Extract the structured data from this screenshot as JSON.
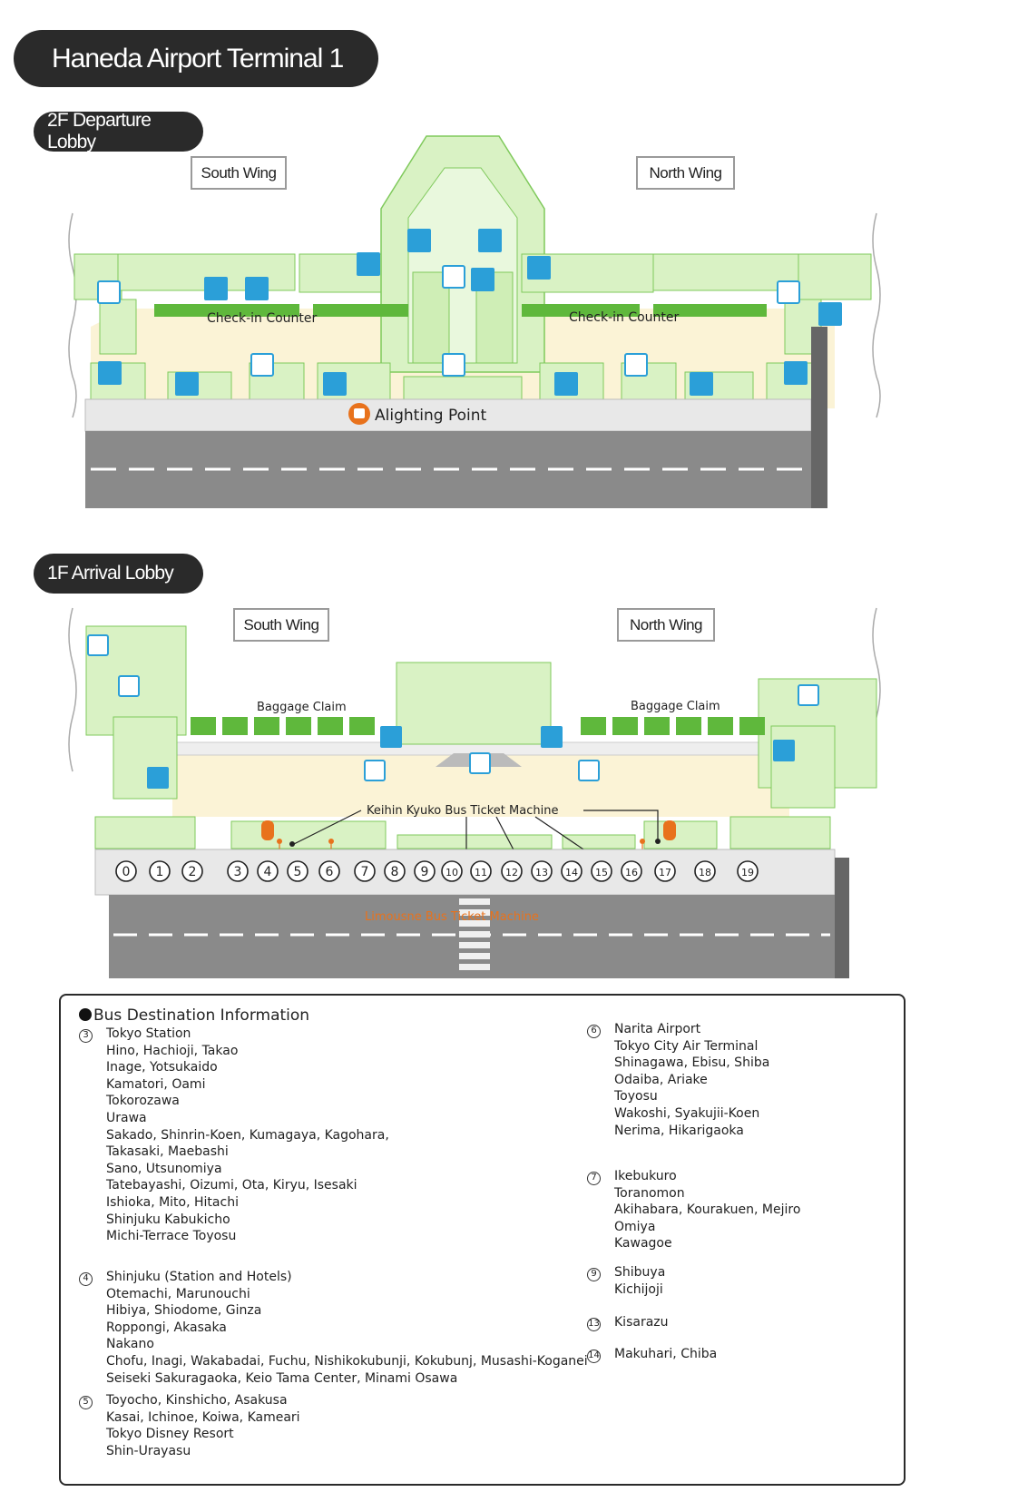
{
  "title": "Haneda Airport Terminal 1",
  "departure": {
    "title": "2F Departure Lobby",
    "south_wing": "South Wing",
    "north_wing": "North Wing",
    "checkin_left": "Check-in Counter",
    "checkin_right": "Check-in Counter",
    "alighting": "Alighting Point"
  },
  "arrival": {
    "title": "1F Arrival Lobby",
    "south_wing": "South Wing",
    "north_wing": "North Wing",
    "baggage_left": "Baggage Claim",
    "baggage_right": "Baggage Claim",
    "keihin": "Keihin Kyuko Bus Ticket Machine",
    "limousine": "Limousne Bus Ticket Machine",
    "stops": [
      "0",
      "1",
      "2",
      "3",
      "4",
      "5",
      "6",
      "7",
      "8",
      "9",
      "10",
      "11",
      "12",
      "13",
      "14",
      "15",
      "16",
      "17",
      "18",
      "19"
    ]
  },
  "info": {
    "heading": "Bus Destination Information",
    "left": [
      {
        "stop": "3",
        "lines": [
          "Tokyo Station",
          "Hino, Hachioji, Takao",
          "Inage, Yotsukaido",
          "Kamatori, Oami",
          "Tokorozawa",
          "Urawa",
          "Sakado, Shinrin-Koen, Kumagaya, Kagohara,",
          "Takasaki, Maebashi",
          "Sano, Utsunomiya",
          "Tatebayashi, Oizumi, Ota, Kiryu, Isesaki",
          "Ishioka, Mito, Hitachi",
          "Shinjuku Kabukicho",
          "Michi-Terrace Toyosu"
        ]
      },
      {
        "stop": "4",
        "lines": [
          "Shinjuku (Station and Hotels)",
          "Otemachi, Marunouchi",
          "Hibiya, Shiodome, Ginza",
          "Roppongi, Akasaka",
          "Nakano",
          "Chofu, Inagi, Wakabadai, Fuchu, Nishikokubunji, Kokubunj, Musashi-Koganei",
          "Seiseki Sakuragaoka, Keio Tama Center, Minami Osawa"
        ]
      },
      {
        "stop": "5",
        "lines": [
          "Toyocho, Kinshicho,  Asakusa",
          "Kasai, Ichinoe, Koiwa, Kameari",
          "Tokyo Disney Resort",
          "Shin-Urayasu"
        ]
      }
    ],
    "right": [
      {
        "stop": "6",
        "lines": [
          "Narita Airport",
          "Tokyo City Air Terminal",
          "Shinagawa, Ebisu, Shiba",
          "Odaiba, Ariake",
          "Toyosu",
          "Wakoshi, Syakujii-Koen",
          "Nerima, Hikarigaoka"
        ]
      },
      {
        "stop": "7",
        "lines": [
          "Ikebukuro",
          "Toranomon",
          "Akihabara, Kourakuen, Mejiro",
          "Omiya",
          "Kawagoe"
        ]
      },
      {
        "stop": "9",
        "lines": [
          "Shibuya",
          "Kichijoji"
        ]
      },
      {
        "stop": "13",
        "lines": [
          "Kisarazu"
        ]
      },
      {
        "stop": "14",
        "lines": [
          "Makuhari, Chiba"
        ]
      }
    ]
  },
  "colors": {
    "floor": "#fbf3d6",
    "block_light": "#d9f2c4",
    "block_edge": "#7fc95b",
    "block_dark": "#5fb83c",
    "road": "#8a8a8a",
    "sidewalk": "#e8e8e8",
    "icon_blue": "#2b9fd8",
    "orange": "#e8721c"
  }
}
